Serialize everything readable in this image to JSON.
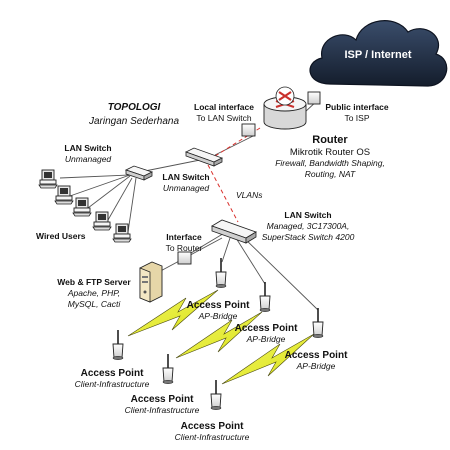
{
  "title": {
    "main": "TOPOLOGI",
    "sub": "Jaringan Sederhana"
  },
  "cloud": {
    "label": "ISP / Internet"
  },
  "router": {
    "name": "Router",
    "model": "Mikrotik Router OS",
    "features_1": "Firewall, Bandwidth Shaping,",
    "features_2": "Routing, NAT"
  },
  "local_interface": {
    "title": "Local interface",
    "sub": "To LAN Switch"
  },
  "public_interface": {
    "title": "Public interface",
    "sub": "To ISP"
  },
  "lan_switch_top": {
    "title": "LAN Switch",
    "sub": "Unmanaged"
  },
  "lan_switch_users": {
    "title": "LAN Switch",
    "sub": "Unmanaged"
  },
  "managed_switch": {
    "title": "LAN Switch",
    "line1": "Managed, 3C17300A,",
    "line2": "SuperStack Switch 4200"
  },
  "vlans_label": "VLANs",
  "wired_users": "Wired Users",
  "router_interface": {
    "title": "Interface",
    "sub": "To Router"
  },
  "server": {
    "title": "Web & FTP Server",
    "line1": "Apache, PHP,",
    "line2": "MySQL, Cacti"
  },
  "ap_bridge": [
    {
      "title": "Access Point",
      "sub": "AP-Bridge"
    },
    {
      "title": "Access Point",
      "sub": "AP-Bridge"
    },
    {
      "title": "Access Point",
      "sub": "AP-Bridge"
    }
  ],
  "ap_client": [
    {
      "title": "Access Point",
      "sub": "Client-Infrastructure"
    },
    {
      "title": "Access Point",
      "sub": "Client-Infrastructure"
    },
    {
      "title": "Access Point",
      "sub": "Client-Infrastructure"
    }
  ],
  "colors": {
    "cloud": "#1f2f46",
    "router": "#c9302c",
    "wireless_link": "#e8ef2a",
    "vlan_link": "#d9302c"
  }
}
